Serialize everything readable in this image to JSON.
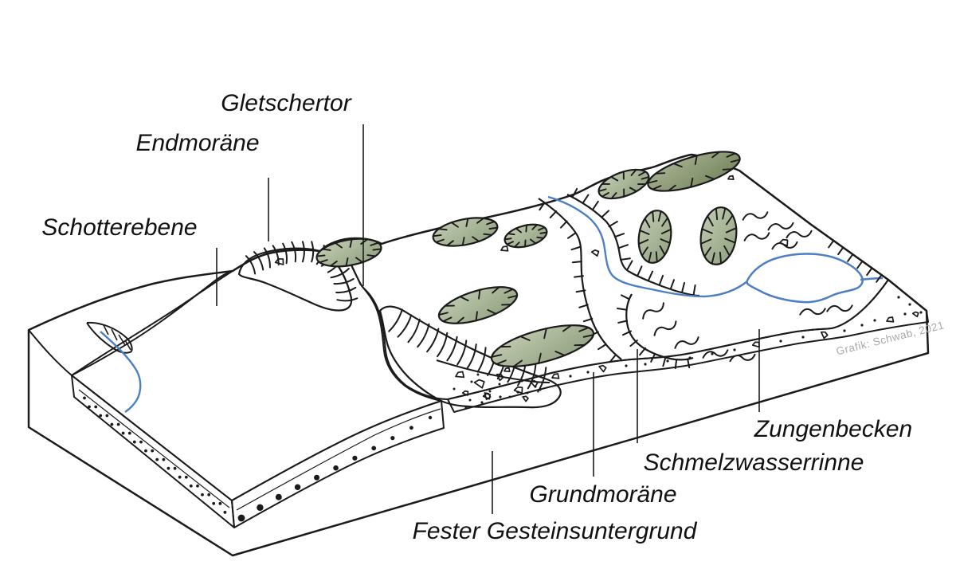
{
  "labels": {
    "gletschertor": "Gletschertor",
    "endmoraene": "Endmoräne",
    "schotterebene": "Schotterebene",
    "zungenbecken": "Zungenbecken",
    "schmelzwasserrinne": "Schmelzwasserrinne",
    "grundmoraene": "Grundmoräne",
    "fester_gesteinsuntergrund": "Fester Gesteinsuntergrund"
  },
  "credit": "Grafik: Schwab, 2021",
  "colors": {
    "surface_green": "#c8e3b4",
    "outwash_yellow": "#faeaa6",
    "bedrock_gray": "#c9c9c9",
    "moraine_green_light": "#5b8c31",
    "moraine_green_dark": "#3a6c1c",
    "drumlin_light": "#c3ccb2",
    "drumlin_shadow": "#8fa07e",
    "drumlin_dark_light": "#a9b392",
    "drumlin_dark_shadow": "#74845c",
    "lake_fill": "#b9cbe9",
    "water_blue": "#4d7fc3",
    "outline_black": "#1b1b1b",
    "label_black": "#111111",
    "credit_gray": "#a9a9a9"
  }
}
